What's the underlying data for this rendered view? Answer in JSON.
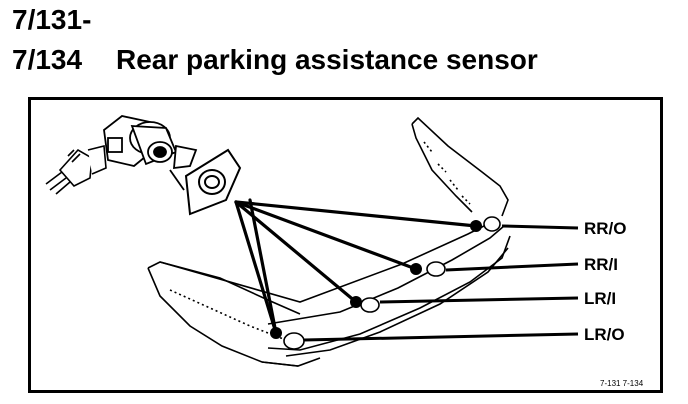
{
  "header": {
    "range_start": "7/131-",
    "range_end": "7/134",
    "title": "Rear parking assistance sensor"
  },
  "diagram": {
    "sensor_labels": [
      "RR/O",
      "RR/I",
      "LR/I",
      "LR/O"
    ],
    "figure_ref": "7-131 7-134"
  }
}
